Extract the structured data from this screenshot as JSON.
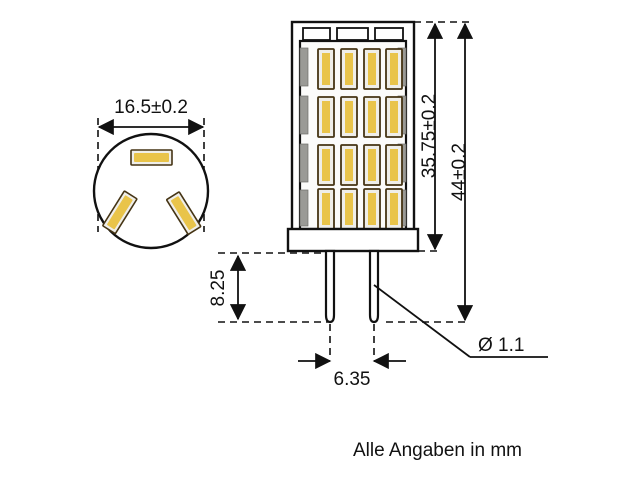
{
  "drawing": {
    "title": "G4 LED lamp dimensional drawing",
    "units_note": "Alle Angaben in mm",
    "colors": {
      "line": "#111111",
      "led_fill": "#e9c44a",
      "led_fill_light": "#f0d065",
      "led_border": "#453414",
      "led_shell": "#efeee9",
      "side_strip": "#9a9a96",
      "background": "#ffffff"
    }
  },
  "views": {
    "top_view": {
      "name": "Top view",
      "led_count": 3
    },
    "front_view": {
      "name": "Front view",
      "led_rows": 4,
      "led_columns": 4,
      "led_count": 16,
      "pin_count": 2,
      "cap_notch_count": 3
    }
  },
  "dimensions": {
    "width": {
      "label": "16.5±0.2",
      "value": 16.5,
      "tolerance": 0.2,
      "orientation": "horizontal"
    },
    "body_height": {
      "label": "35.75±0.2",
      "value": 35.75,
      "tolerance": 0.2,
      "orientation": "vertical"
    },
    "total_height": {
      "label": "44±0.2",
      "value": 44,
      "tolerance": 0.2,
      "orientation": "vertical"
    },
    "pin_length": {
      "label": "8.25",
      "value": 8.25,
      "orientation": "vertical"
    },
    "pin_spacing": {
      "label": "6.35",
      "value": 6.35,
      "orientation": "horizontal"
    },
    "pin_diameter": {
      "label": "Ø 1.1",
      "value": 1.1,
      "orientation": "callout"
    }
  }
}
